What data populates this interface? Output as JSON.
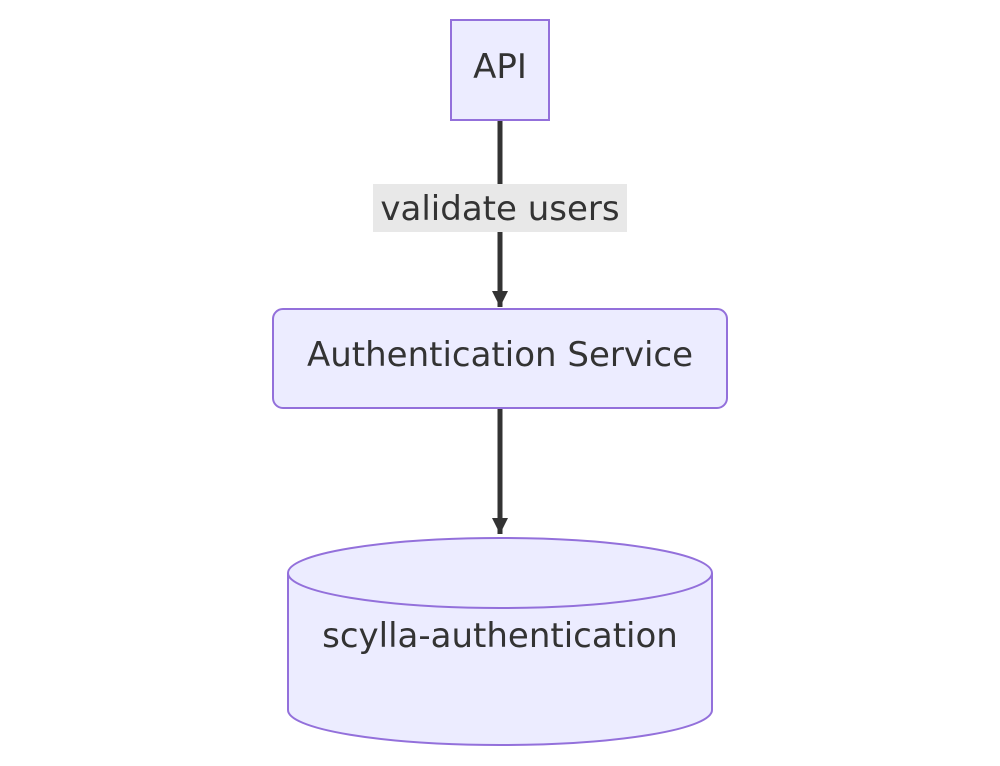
{
  "diagram": {
    "colors": {
      "node_fill": "#ECECFF",
      "node_stroke": "#9370DB",
      "edge": "#333333",
      "edge_label_bg": "#E8E8E8",
      "text": "#333333"
    },
    "nodes": {
      "api": {
        "label": "API",
        "shape": "rectangle"
      },
      "auth_service": {
        "label": "Authentication Service",
        "shape": "rounded-rectangle"
      },
      "database": {
        "label": "scylla-authentication",
        "shape": "cylinder"
      }
    },
    "edges": [
      {
        "from": "API",
        "to": "Authentication Service",
        "label": "validate users"
      },
      {
        "from": "Authentication Service",
        "to": "scylla-authentication",
        "label": ""
      }
    ]
  }
}
